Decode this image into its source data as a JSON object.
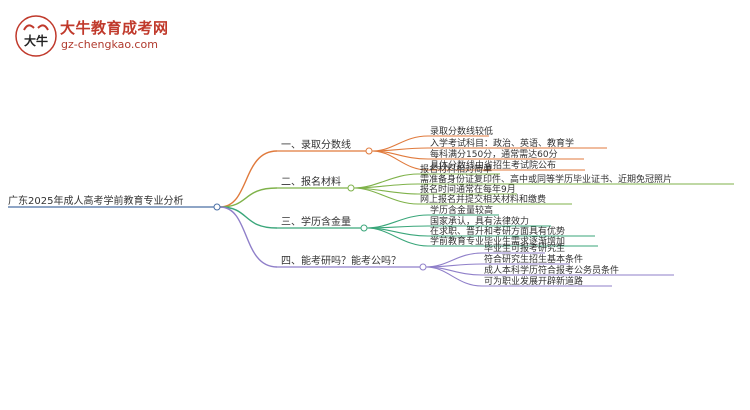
{
  "brand": {
    "title": "大牛教育成考网",
    "url": "gz-chengkao.com",
    "mark_char": "大牛",
    "color": "#c0392b"
  },
  "root": {
    "label": "广东2025年成人高考学前教育专业分析"
  },
  "branches": [
    {
      "label": "一、录取分数线",
      "color": "#e07a3c",
      "leaves": [
        "录取分数线较低",
        "入学考试科目：政治、英语、教育学",
        "每科满分150分，通常需达60分",
        "具体分数线由省招生考试院公布"
      ]
    },
    {
      "label": "二、报名材料",
      "color": "#7fb24a",
      "leaves": [
        "报名材料相对简单",
        "需准备身份证复印件、高中或同等学历毕业证书、近期免冠照片",
        "报名时间通常在每年9月",
        "网上报名并提交相关材料和缴费"
      ]
    },
    {
      "label": "三、学历含金量",
      "color": "#3aa67a",
      "leaves": [
        "学历含金量较高",
        "国家承认，具有法律效力",
        "在求职、晋升和考研方面具有优势",
        "学前教育专业毕业生需求逐渐增加"
      ]
    },
    {
      "label": "四、能考研吗？能考公吗？",
      "color": "#8f7fc9",
      "leaves": [
        "毕业生可报考研究生",
        "符合研究生招生基本条件",
        "成人本科学历符合报考公务员条件",
        "可为职业发展开辟新道路"
      ]
    }
  ]
}
